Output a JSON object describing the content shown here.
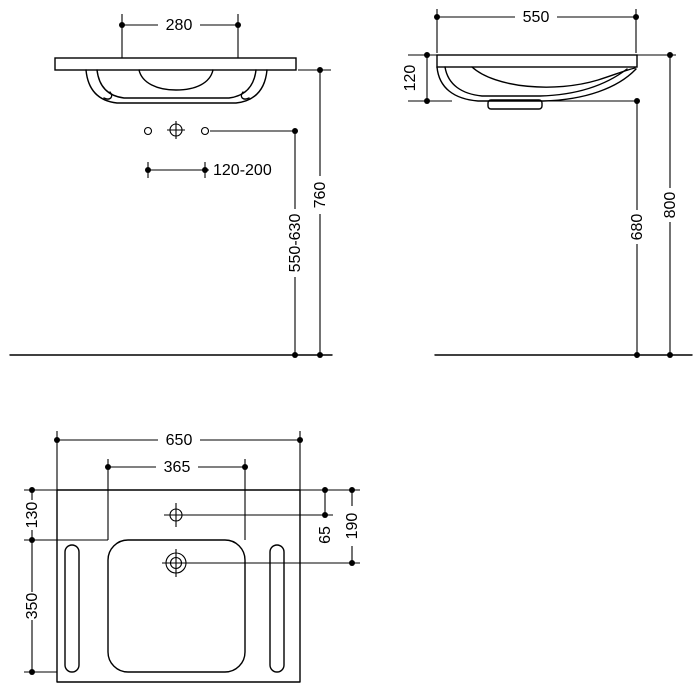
{
  "colors": {
    "line": "#000000",
    "background": "#ffffff"
  },
  "views": {
    "front": {
      "dim_fixing_width": "280",
      "dim_tap_hole_spacing": "120-200",
      "dim_mount_height_range": "550-630",
      "dim_rim_height": "760"
    },
    "side": {
      "dim_depth": "550",
      "dim_front_edge_height": "120",
      "dim_underside_clearance": "680",
      "dim_top_height": "800"
    },
    "plan": {
      "dim_overall_width": "650",
      "dim_bowl_width": "365",
      "dim_rear_to_bowl": "130",
      "dim_bowl_length": "350",
      "dim_tap_offset": "65",
      "dim_drain_offset": "190"
    }
  }
}
